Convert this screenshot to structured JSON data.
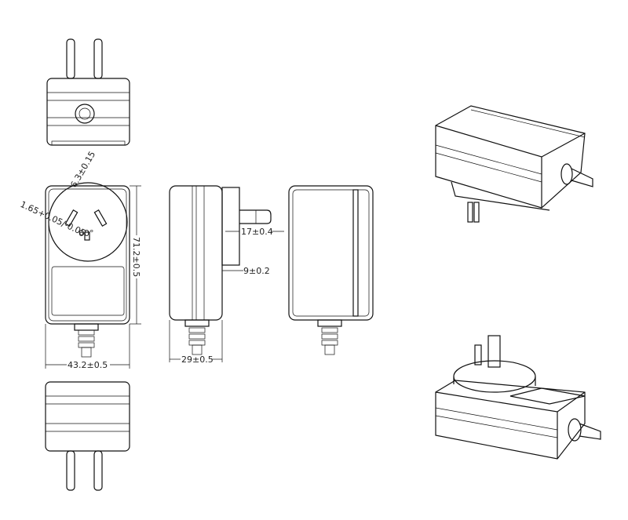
{
  "drawing": {
    "dimensions": {
      "width": "43.2±0.5",
      "height": "71.2±0.5",
      "depth": "29±0.5",
      "pin_length": "17±0.4",
      "plug_base": "9±0.2",
      "pin_width": "6.3±0.15",
      "pin_thickness": "1.65+0.05/-0.05",
      "pin_angle": "60°"
    }
  }
}
